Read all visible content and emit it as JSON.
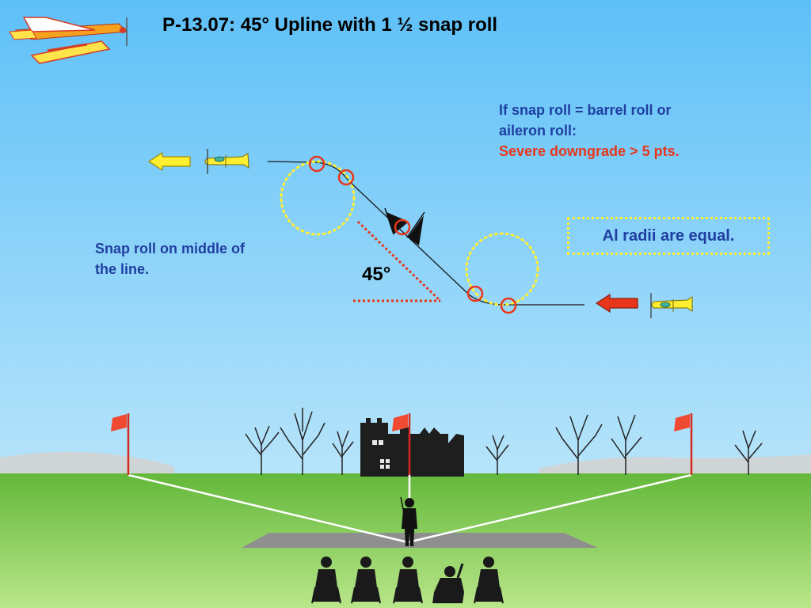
{
  "title": "P-13.07: 45° Upline with 1 ½ snap roll",
  "warning": {
    "line1": "If snap roll = barrel roll or",
    "line2": "aileron roll:",
    "line3": "Severe downgrade > 5 pts."
  },
  "radii_note": "Al radii are equal.",
  "snap_note": {
    "line1": "Snap roll on middle of",
    "line2": "the line."
  },
  "angle_label": "45°",
  "colors": {
    "sky_top": "#6ec5f5",
    "sky_bottom": "#c9ecfa",
    "grass": "#8fd25a",
    "text_blue": "#1f3fa0",
    "text_red": "#e8361a",
    "marker_red": "#e8361a",
    "dotted_yellow": "#ffef30",
    "arrow_yellow": "#ffef30",
    "arrow_red": "#e8361a"
  }
}
